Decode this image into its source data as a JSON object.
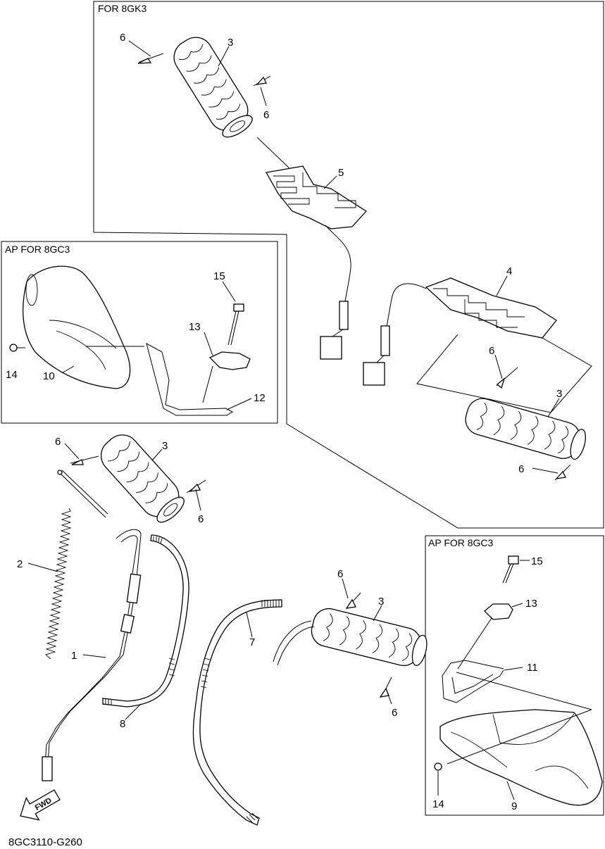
{
  "boxes": {
    "top_right": {
      "title": "FOR 8GK3"
    },
    "left": {
      "title": "AP FOR 8GC3"
    },
    "bottom_right": {
      "title": "AP FOR 8GC3"
    }
  },
  "callouts": {
    "c1": "1",
    "c2": "2",
    "c3a": "3",
    "c3b": "3",
    "c3c": "3",
    "c3d": "3",
    "c4": "4",
    "c5": "5",
    "c6a": "6",
    "c6b": "6",
    "c6c": "6",
    "c6d": "6",
    "c6e": "6",
    "c6f": "6",
    "c6g": "6",
    "c6h": "6",
    "c7": "7",
    "c8": "8",
    "c9": "9",
    "c10": "10",
    "c11": "11",
    "c12": "12",
    "c13a": "13",
    "c13b": "13",
    "c14a": "14",
    "c14b": "14",
    "c15a": "15",
    "c15b": "15"
  },
  "fwd_label": "FWD",
  "diagram_code": "8GC3110-G260"
}
